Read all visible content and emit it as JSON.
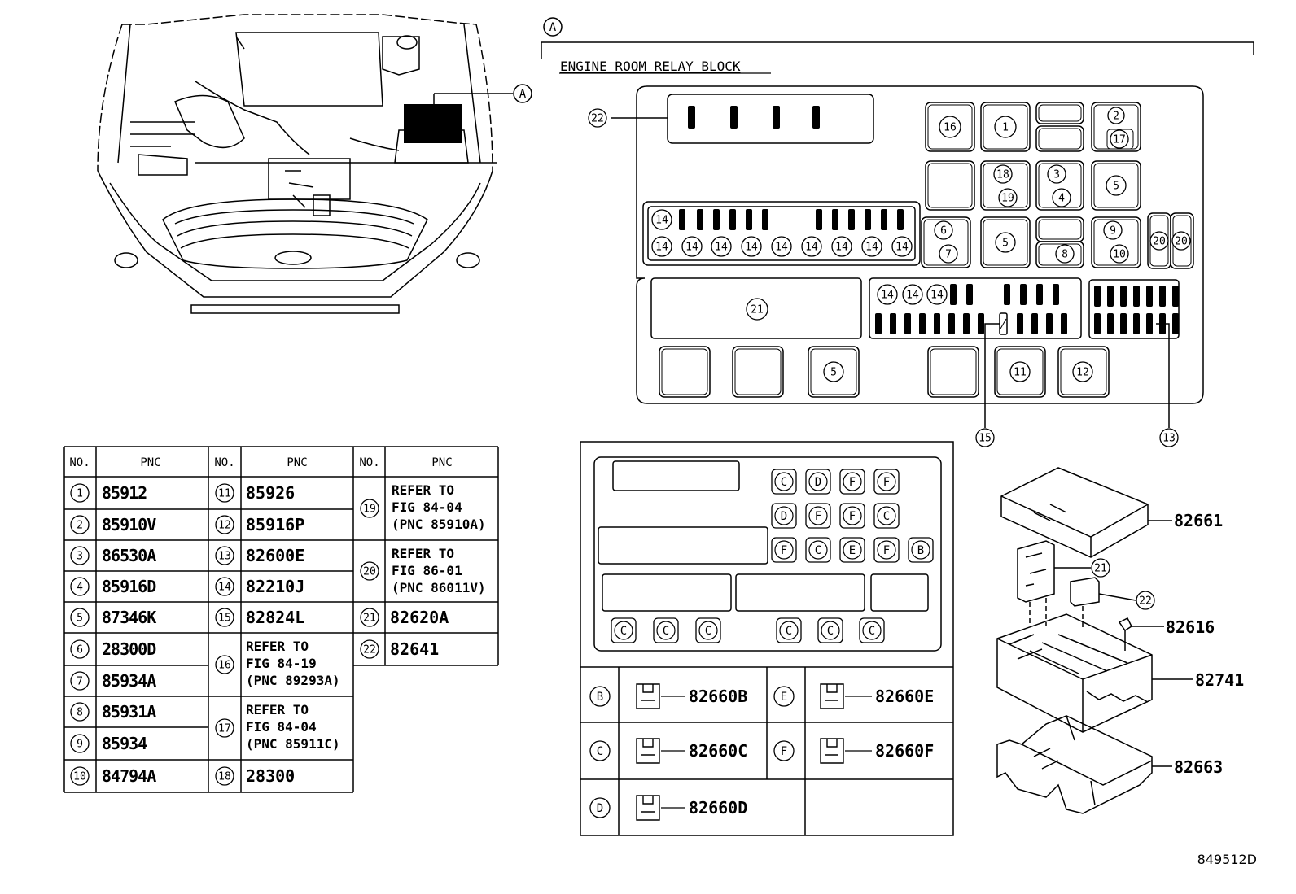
{
  "diagram_id": "849512D",
  "callout_A": "A",
  "relay_block": {
    "title": "ENGINE ROOM RELAY BLOCK",
    "callouts": {
      "c22": "22",
      "c21": "21",
      "c15": "15",
      "c13": "13",
      "c16": "16",
      "c1": "1",
      "c2": "2",
      "c17": "17",
      "c18": "18",
      "c19": "19",
      "c3": "3",
      "c4": "4",
      "c5a": "5",
      "c6": "6",
      "c7": "7",
      "c5b": "5",
      "c8": "8",
      "c9": "9",
      "c10": "10",
      "c20a": "20",
      "c20b": "20",
      "c14": "14",
      "c5c": "5",
      "c11": "11",
      "c12": "12"
    }
  },
  "table": {
    "headers": {
      "no": "NO.",
      "pnc": "PNC"
    },
    "col1": [
      {
        "no": "1",
        "pnc": "85912"
      },
      {
        "no": "2",
        "pnc": "85910V"
      },
      {
        "no": "3",
        "pnc": "86530A"
      },
      {
        "no": "4",
        "pnc": "85916D"
      },
      {
        "no": "5",
        "pnc": "87346K"
      },
      {
        "no": "6",
        "pnc": "28300D"
      },
      {
        "no": "7",
        "pnc": "85934A"
      },
      {
        "no": "8",
        "pnc": "85931A"
      },
      {
        "no": "9",
        "pnc": "85934"
      },
      {
        "no": "10",
        "pnc": "84794A"
      }
    ],
    "col2": [
      {
        "no": "11",
        "pnc": "85926"
      },
      {
        "no": "12",
        "pnc": "85916P"
      },
      {
        "no": "13",
        "pnc": "82600E"
      },
      {
        "no": "14",
        "pnc": "82210J"
      },
      {
        "no": "15",
        "pnc": "82824L"
      },
      {
        "no": "16",
        "l1": "REFER TO",
        "l2": "FIG 84-19",
        "l3": "(PNC 89293A)"
      },
      {
        "no": "17",
        "l1": "REFER TO",
        "l2": "FIG 84-04",
        "l3": "(PNC 85911C)"
      },
      {
        "no": "18",
        "pnc": "28300"
      }
    ],
    "col3": [
      {
        "no": "19",
        "l1": "REFER TO",
        "l2": "FIG 84-04",
        "l3": "(PNC 85910A)"
      },
      {
        "no": "20",
        "l1": "REFER TO",
        "l2": "FIG 86-01",
        "l3": "(PNC 86011V)"
      },
      {
        "no": "21",
        "pnc": "82620A"
      },
      {
        "no": "22",
        "pnc": "82641"
      }
    ]
  },
  "connector_layout": {
    "row1": [
      "C",
      "D",
      "F",
      "F"
    ],
    "row2": [
      "D",
      "F",
      "F",
      "C"
    ],
    "row3": [
      "F",
      "C",
      "E",
      "F",
      "B"
    ],
    "bottom_left": [
      "C",
      "C",
      "C"
    ],
    "bottom_right": [
      "C",
      "C",
      "C"
    ]
  },
  "connector_legend": [
    {
      "letter": "B",
      "pnc": "82660B"
    },
    {
      "letter": "E",
      "pnc": "82660E"
    },
    {
      "letter": "C",
      "pnc": "82660C"
    },
    {
      "letter": "F",
      "pnc": "82660F"
    },
    {
      "letter": "D",
      "pnc": "82660D"
    }
  ],
  "exploded": {
    "cover": "82661",
    "c21": "21",
    "c22": "22",
    "bolt": "82616",
    "block": "82741",
    "lower_case": "82663"
  }
}
